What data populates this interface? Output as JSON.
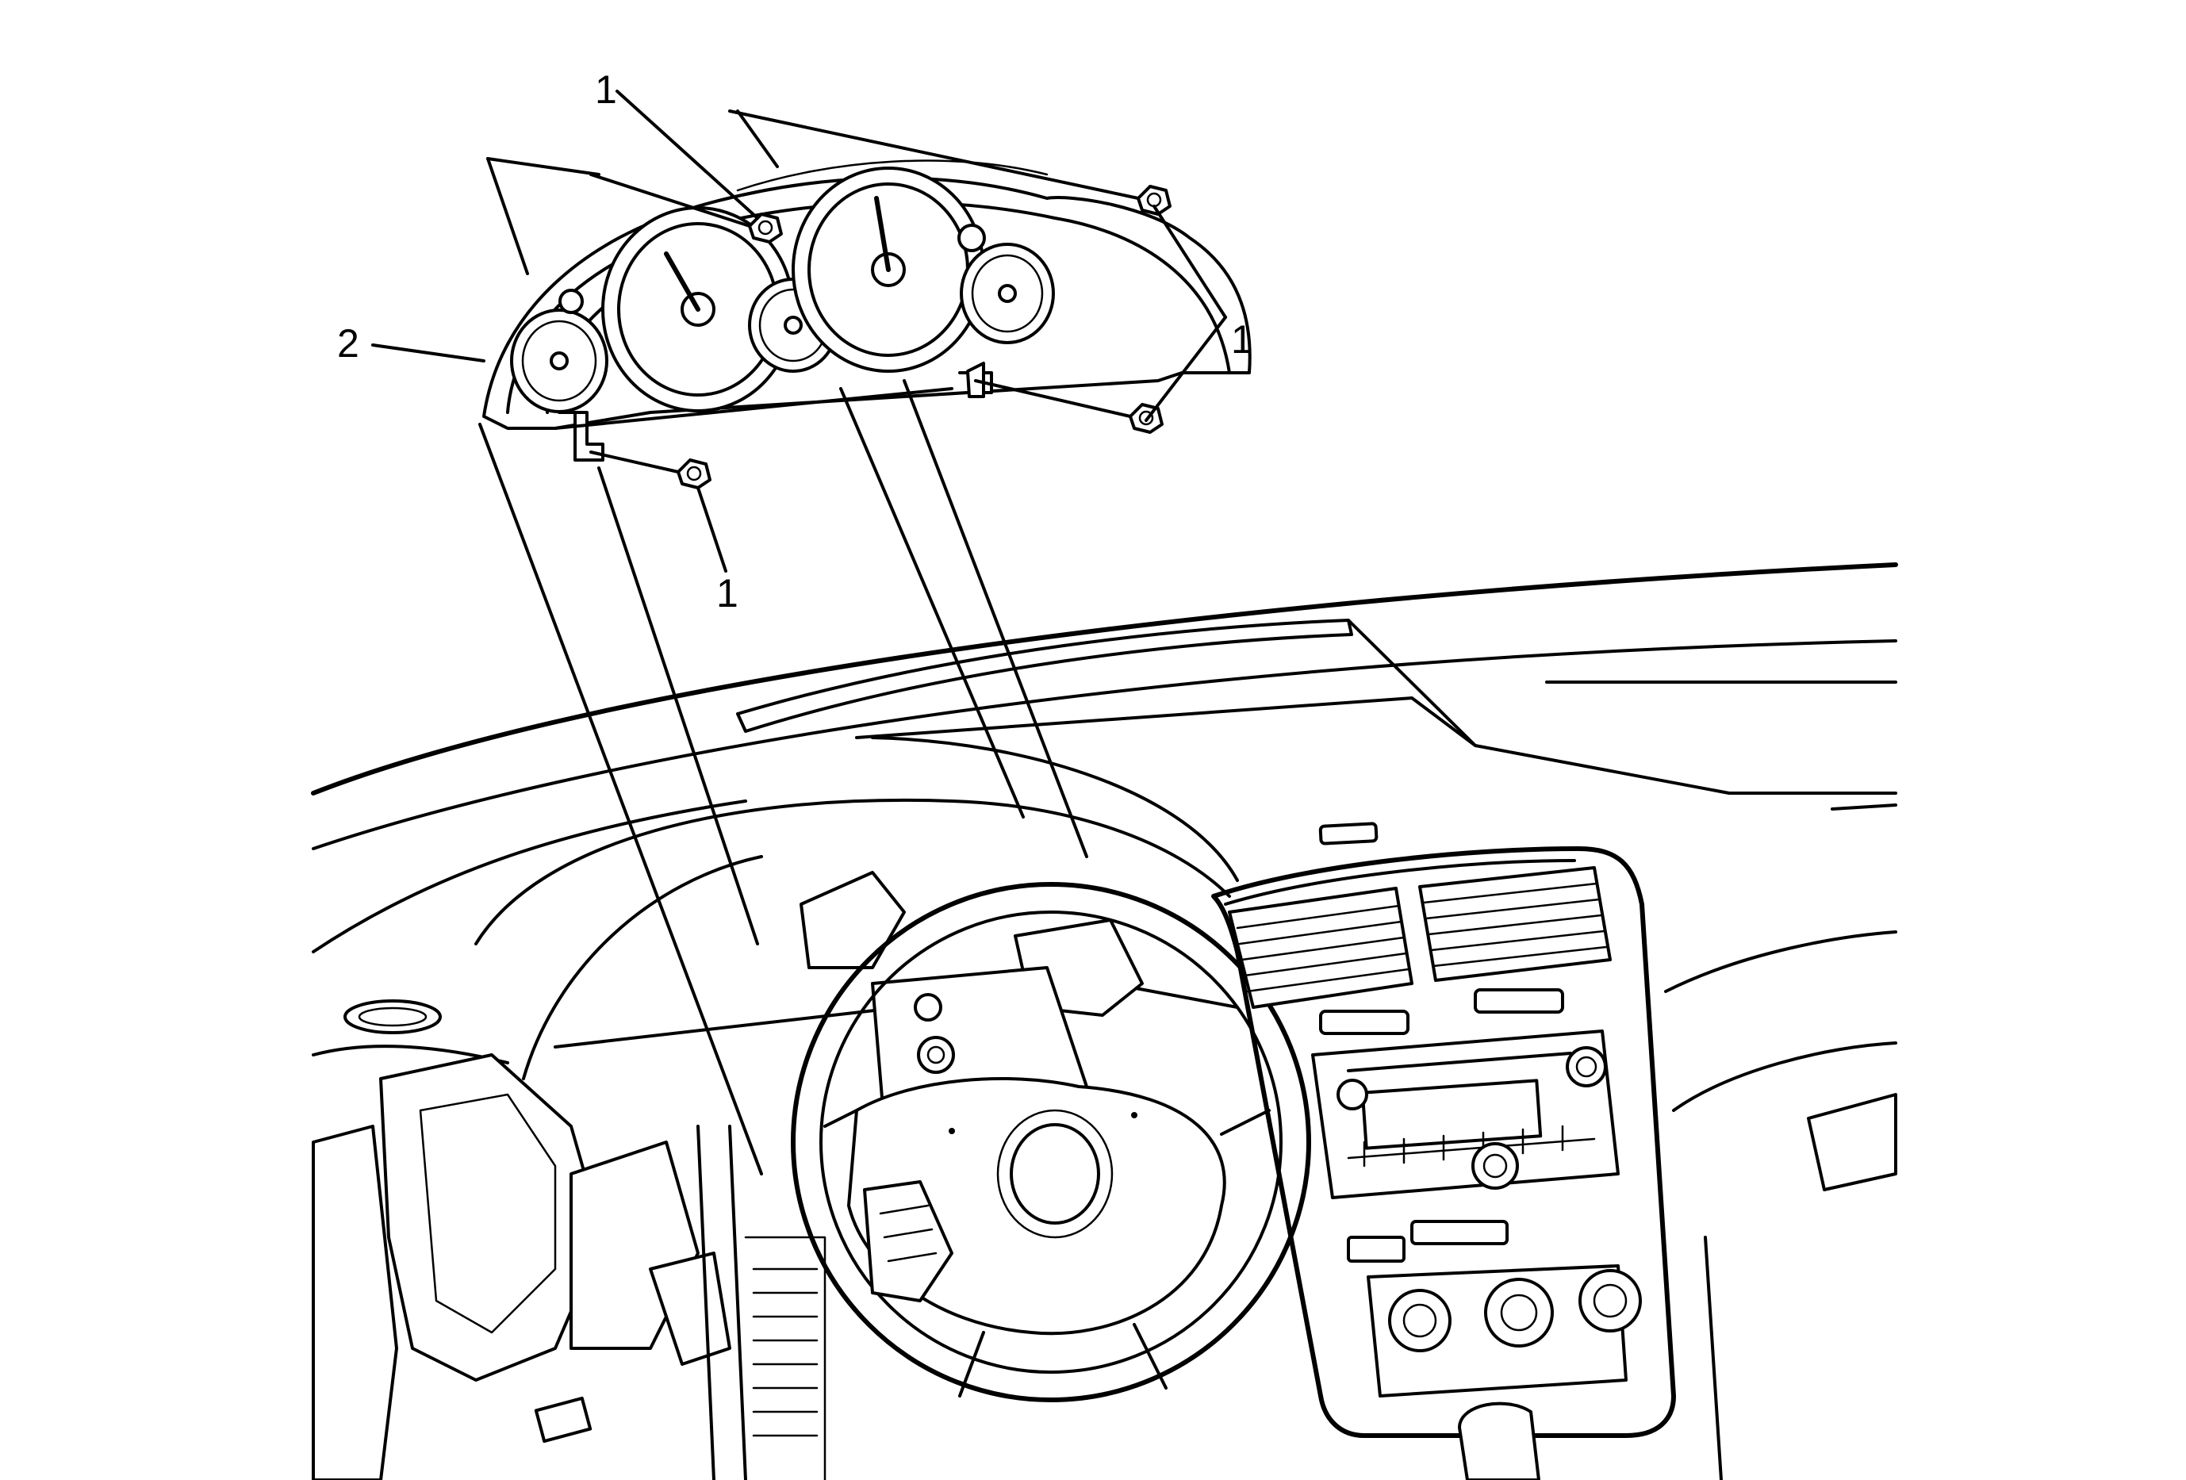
{
  "callouts": {
    "fastener_top": "1",
    "fastener_right": "1",
    "fastener_bottom": "1",
    "cluster": "2"
  }
}
